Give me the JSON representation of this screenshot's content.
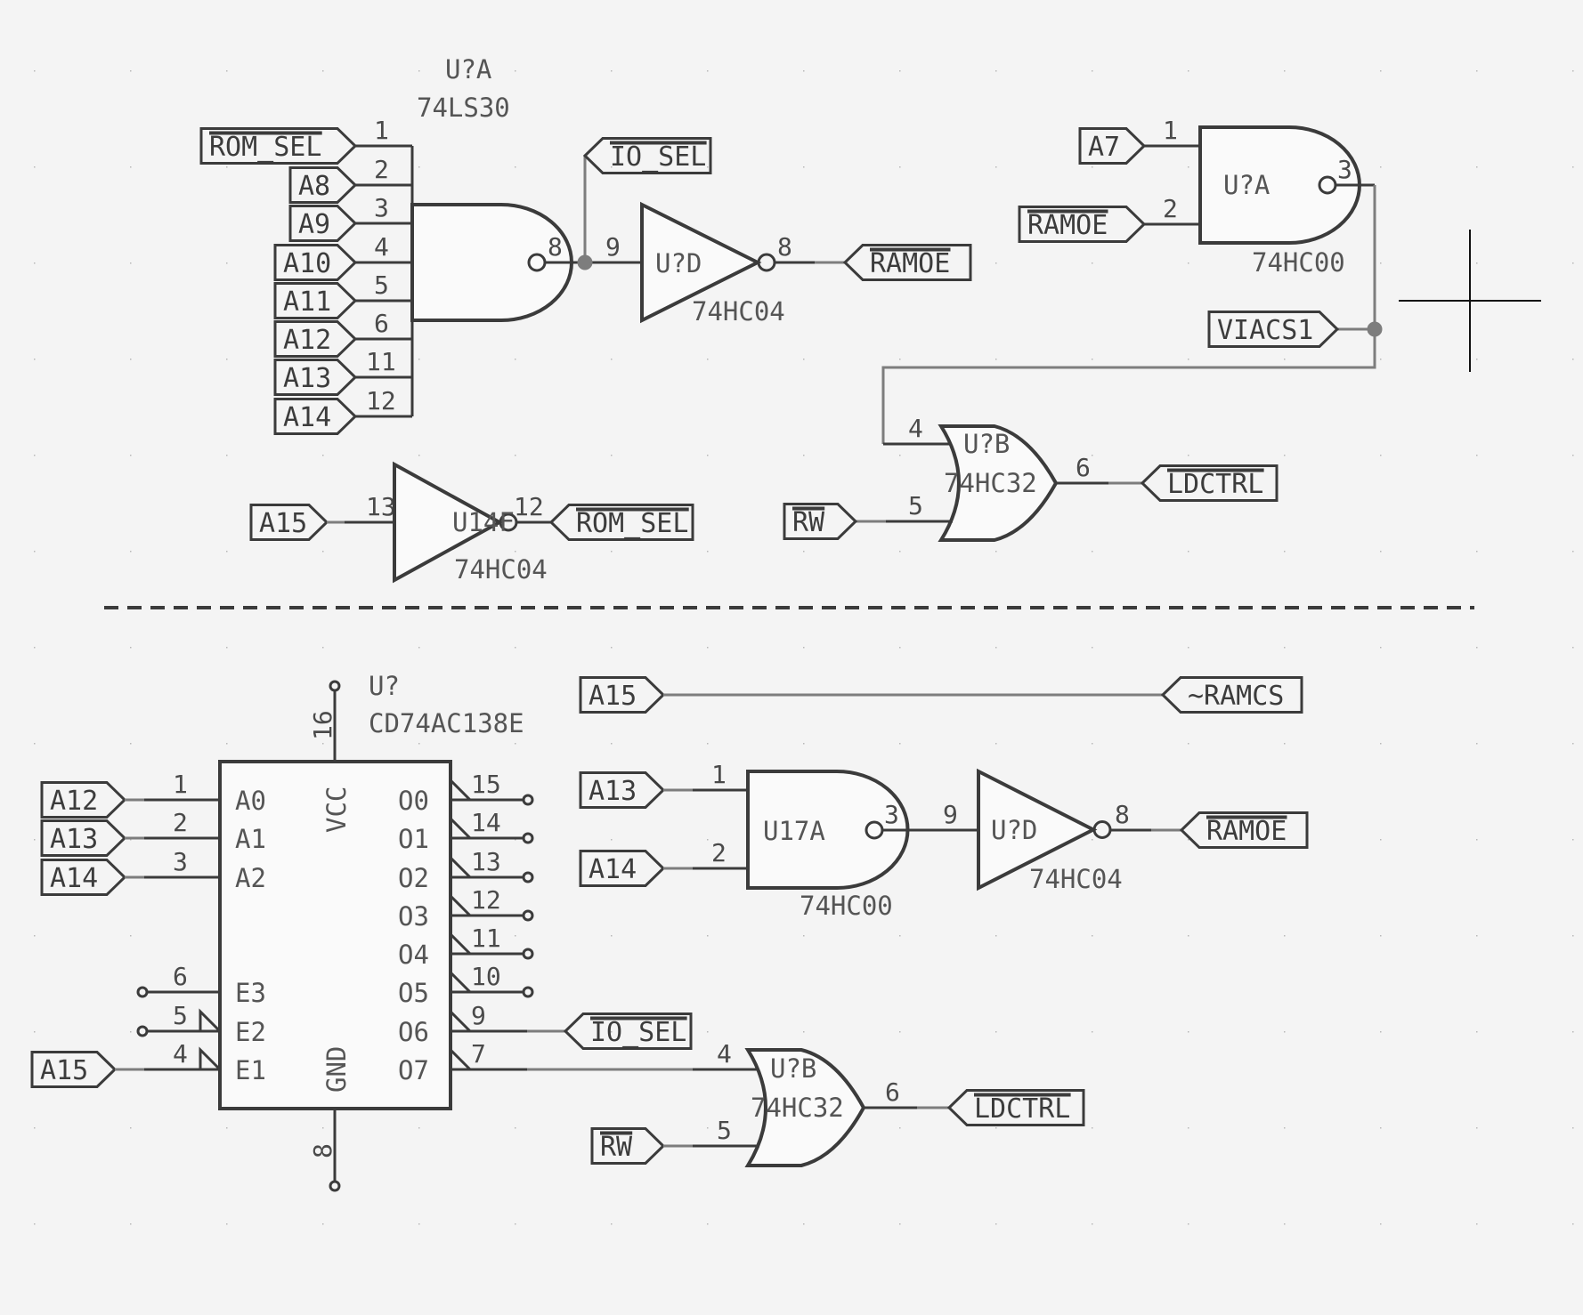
{
  "title": "Address decoder schematic",
  "colors": {
    "background": "#f4f4f4",
    "symbol": "#3b3b3b",
    "wire": "#7d7d7d",
    "text": "#4a4a4a"
  },
  "top_section": {
    "nand8": {
      "ref": "U?A",
      "value": "74LS30",
      "inputs": [
        {
          "net": "ROM_SEL",
          "pin": "1",
          "overbar": true
        },
        {
          "net": "A8",
          "pin": "2"
        },
        {
          "net": "A9",
          "pin": "3"
        },
        {
          "net": "A10",
          "pin": "4"
        },
        {
          "net": "A11",
          "pin": "5"
        },
        {
          "net": "A12",
          "pin": "6"
        },
        {
          "net": "A13",
          "pin": "11"
        },
        {
          "net": "A14",
          "pin": "12"
        }
      ],
      "output_pin": "8"
    },
    "io_sel_label": {
      "net": "IO_SEL",
      "overbar": true
    },
    "inverter_d": {
      "ref": "U?D",
      "value": "74HC04",
      "in_pin": "9",
      "out_pin": "8",
      "output_net": "RAMOE",
      "output_overbar": true
    },
    "nand2": {
      "ref": "U?A",
      "value": "74HC00",
      "inputs": [
        {
          "net": "A7",
          "pin": "1"
        },
        {
          "net": "RAMOE",
          "pin": "2",
          "overbar": true
        }
      ],
      "output_pin": "3"
    },
    "viacs1_label": {
      "net": "VIACS1"
    },
    "or_gate": {
      "ref": "U?B",
      "value": "74HC32",
      "in_pins": [
        "4",
        "5"
      ],
      "out_pin": "6",
      "input_net_b": "RW",
      "input_b_overbar": true,
      "output_net": "LDCTRL",
      "output_overbar": true
    },
    "inverter_f": {
      "ref": "U14F",
      "value": "74HC04",
      "in_pin": "13",
      "out_pin": "12",
      "input_net": "A15",
      "output_net": "ROM_SEL",
      "output_overbar": true
    }
  },
  "bottom_section": {
    "decoder": {
      "ref": "U?",
      "value": "CD74AC138E",
      "vcc_pin": "16",
      "gnd_pin": "8",
      "vcc_label": "VCC",
      "gnd_label": "GND",
      "address_inputs": [
        {
          "name": "A0",
          "pin": "1",
          "net": "A12"
        },
        {
          "name": "A1",
          "pin": "2",
          "net": "A13"
        },
        {
          "name": "A2",
          "pin": "3",
          "net": "A14"
        }
      ],
      "enable_inputs": [
        {
          "name": "E3",
          "pin": "6",
          "net": ""
        },
        {
          "name": "E2",
          "pin": "5",
          "net": ""
        },
        {
          "name": "E1",
          "pin": "4",
          "net": "A15"
        }
      ],
      "outputs": [
        {
          "name": "O0",
          "pin": "15"
        },
        {
          "name": "O1",
          "pin": "14"
        },
        {
          "name": "O2",
          "pin": "13"
        },
        {
          "name": "O3",
          "pin": "12"
        },
        {
          "name": "O4",
          "pin": "11"
        },
        {
          "name": "O5",
          "pin": "10"
        },
        {
          "name": "O6",
          "pin": "9"
        },
        {
          "name": "O7",
          "pin": "7"
        }
      ]
    },
    "ramcs_link": {
      "input_net": "A15",
      "output_net": "~RAMCS"
    },
    "nand2": {
      "ref": "U17A",
      "value": "74HC00",
      "inputs": [
        {
          "net": "A13",
          "pin": "1"
        },
        {
          "net": "A14",
          "pin": "2"
        }
      ],
      "output_pin": "3"
    },
    "inverter_d": {
      "ref": "U?D",
      "value": "74HC04",
      "in_pin": "9",
      "out_pin": "8",
      "output_net": "RAMOE",
      "output_overbar": true
    },
    "io_sel_label": {
      "net": "IO_SEL",
      "overbar": true
    },
    "or_gate": {
      "ref": "U?B",
      "value": "74HC32",
      "in_pins": [
        "4",
        "5"
      ],
      "out_pin": "6",
      "input_net_b": "RW",
      "input_b_overbar": true,
      "output_net": "LDCTRL",
      "output_overbar": true
    }
  }
}
